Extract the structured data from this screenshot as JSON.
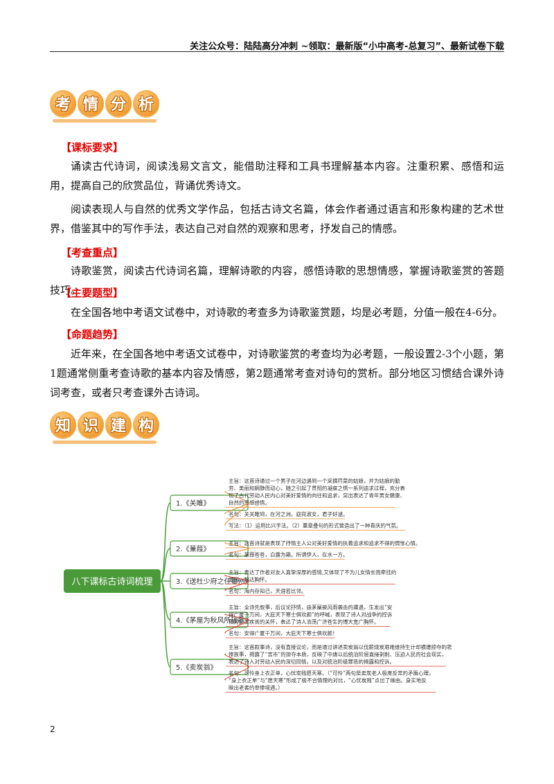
{
  "header": {
    "text": "关注公众号：陆陆高分冲刺 ~领取：最新版“小中高考-总复习”、最新试卷下载"
  },
  "banner1": {
    "chars": [
      "考",
      "情",
      "分",
      "析"
    ]
  },
  "banner2": {
    "chars": [
      "知",
      "识",
      "建",
      "构"
    ]
  },
  "sections": {
    "s1_title": "【课标要求】",
    "s1_p1": "诵读古代诗词，阅读浅易文言文，能借助注释和工具书理解基本内容。注重积累、感悟和运用，提高自己的欣赏品位，背诵优秀诗文。",
    "s1_p2": "阅读表现人与自然的优秀文学作品，包括古诗文名篇，体会作者通过语言和形象构建的艺术世界，借鉴其中的写作手法，表达自己对自然的观察和思考，抒发自己的情感。",
    "s2_title": "【考查重点】",
    "s2_p1": "诗歌鉴赏，阅读古代诗词名篇，理解诗歌的内容，感悟诗歌的思想情感，掌握诗歌鉴赏的答题技巧。",
    "s3_title": "【主要题型】",
    "s3_p1": "在全国各地中考语文试卷中，对诗歌的考查多为诗歌鉴赏题，均是必考题，分值一般在4-6分。",
    "s4_title": "【命题趋势】",
    "s4_p1": "近年来，在全国各地中考语文试卷中，对诗歌鉴赏的考查均为必考题，一般设置2-3个小题，第1题通常侧重考查诗歌的基本内容及情感，第2题通常考查对诗句的赏析。部分地区习惯结合课外诗词考查，或者只考查课外古诗词。"
  },
  "mindmap": {
    "root": "八下课标古诗词梳理",
    "colors": {
      "green": "#4a9a3a",
      "red": "#d04030",
      "orange": "#e08a30"
    },
    "branches": [
      {
        "label": "1.《关雎》",
        "leaves": [
          [
            "主旨：这首诗通过一个男子在河边遇到一个采摘荇菜的姑娘，并为姑娘的勤",
            "劳、美丽和娴静而动心，随之引起了贯彻的凝寐之情一系列追求过程，充分表",
            "现了古代劳动人民内心对美好爱情的向往和追求，突出表达了青年男女健康、",
            "自然的思想感情。"
          ],
          [
            "名句：关关雎鸠，在河之洲。窈窕淑女，君子好逑。"
          ],
          [
            "写法：（1）运用比兴手法。（2）重章叠句的形式营造出了一种喜庆的气氛。"
          ]
        ]
      },
      {
        "label": "2.《蒹葭》",
        "leaves": [
          [
            "主旨：这首诗就是表现了抒情主人公对美好爱情的执着追求和追求不得的惆怅心情。"
          ],
          [
            "名句：蒹葭苍苍，白露为霜。所谓伊人，在水一方。"
          ]
        ]
      },
      {
        "label": "3.《送杜少府之任蜀州》",
        "leaves": [
          [
            "主旨：表达了作者对友人真挚深厚的感情,又体现了不为儿女情长而牵挂的",
            "宽阔、豁达胸怀。"
          ],
          [
            "名句：海内存知己，天涯若比邻。"
          ]
        ]
      },
      {
        "label": "4.《茅屋为秋风所破歌》",
        "leaves": [
          [
            "主旨：全诗先叙事，后议论抒情，由茅屋被风雨袭击的遭遇，生发出“安",
            "得广厦千万间，大庇天下寒士俱欢颜”的呼喊，表现了诗人对战争的控诉",
            "和对民生疾苦的关怀，表达了诗人浩荡广济苍生的博大宽广胸怀。"
          ],
          [
            "名句：安得广厦千万间，大庇天下寒士俱欢颜！"
          ]
        ]
      },
      {
        "label": "5.《卖炭翁》",
        "leaves": [
          [
            "主旨：这首叙事诗，没有直接议论，而是通过讲述卖炭翁以伐薪烧炭艰难维持生计却横遭掠夺的悲",
            "惨故事，揭露了“宫市”的掠夺本质，反映了中唐以后统治阶层直接剥削、压迫人民的社会现实，",
            "表达了诗人对劳动人民的深切同情，以及对统治阶级罪恶的揭露和控诉。"
          ],
          [
            "名句：可怜身上衣正单，心忧炭贱愿天寒。（“可怜”两句是卖炭老人极度反常的矛盾心理，",
            "“身上衣正单”与“愿天寒”形成了极不合情理的对比，“心忧炭贱”点出了缘由。身实地反",
            "映出老者的悲惨境遇。）"
          ]
        ]
      }
    ]
  },
  "page_number": "2"
}
